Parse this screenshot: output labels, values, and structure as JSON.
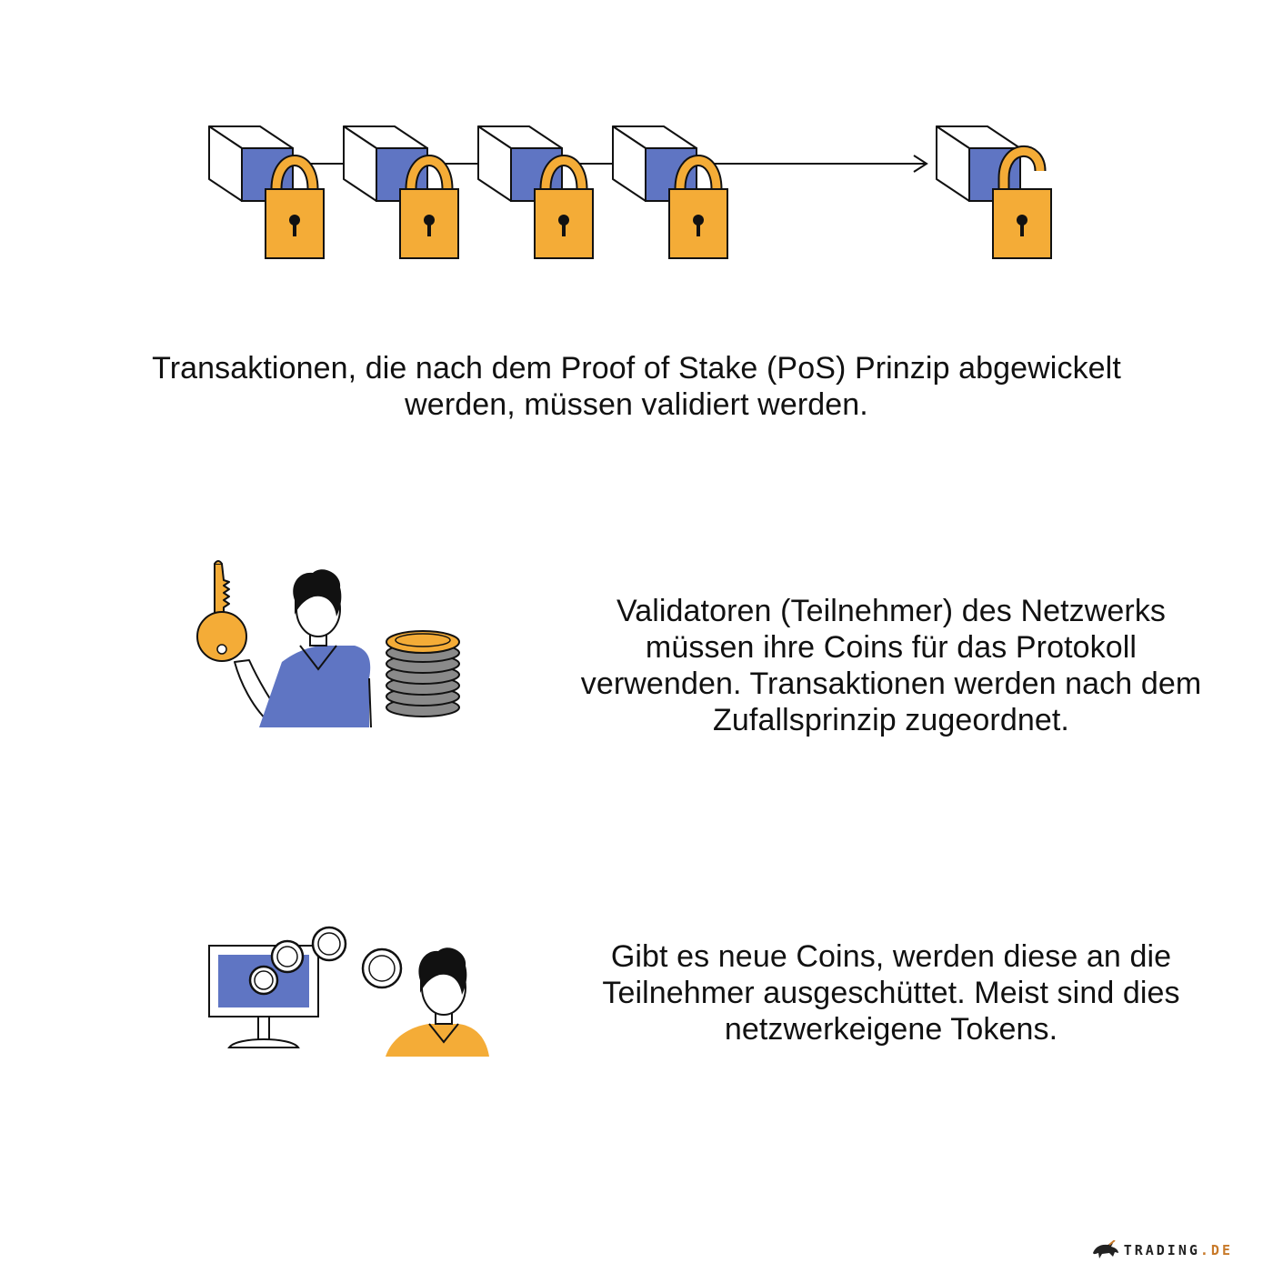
{
  "colors": {
    "blue": "#5f75c3",
    "orange": "#f4ac37",
    "outline": "#111111",
    "coin_grey": "#8a8a8a",
    "logo_accent": "#c87a2a"
  },
  "icons": [
    "cube-block-icon",
    "padlock-closed-icon",
    "padlock-open-icon",
    "arrow-icon",
    "key-icon",
    "person-icon",
    "coin-stack-icon",
    "monitor-icon",
    "coin-icon",
    "bull-logo-icon"
  ],
  "section1": {
    "lines": [
      "Transaktionen, die nach dem Proof of Stake (PoS) Prinzip abgewickelt",
      "werden, müssen validiert werden."
    ]
  },
  "section2": {
    "lines": [
      "Validatoren (Teilnehmer) des Netzwerks",
      "müssen ihre Coins für das Protokoll",
      "verwenden. Transaktionen werden nach dem",
      "Zufallsprinzip zugeordnet."
    ]
  },
  "section3": {
    "lines": [
      "Gibt es neue Coins, werden diese an die",
      "Teilnehmer ausgeschüttet. Meist sind dies",
      "netzwerkeigene Tokens."
    ]
  },
  "logo": {
    "main": "TRADING",
    "suffix": ".DE"
  }
}
